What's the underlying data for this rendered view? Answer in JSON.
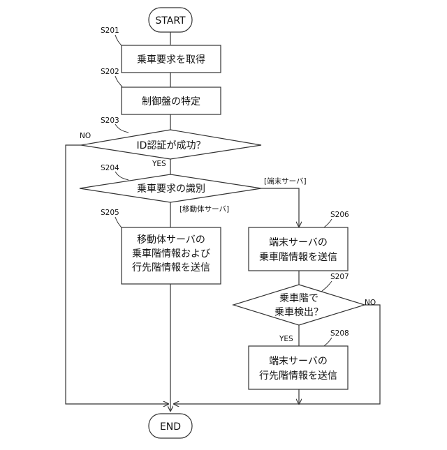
{
  "flowchart": {
    "start": "START",
    "end": "END",
    "steps": {
      "s201": {
        "id": "S201",
        "text": "乗車要求を取得"
      },
      "s202": {
        "id": "S202",
        "text": "制御盤の特定"
      },
      "s203": {
        "id": "S203",
        "text": "ID認証が成功？"
      },
      "s204": {
        "id": "S204",
        "text": "乗車要求の識別"
      },
      "s205": {
        "id": "S205",
        "lines": [
          "移動体サーバの",
          "乗車階情報および",
          "行先階情報を送信"
        ]
      },
      "s206": {
        "id": "S206",
        "lines": [
          "端末サーバの",
          "乗車階情報を送信"
        ]
      },
      "s207": {
        "id": "S207",
        "lines": [
          "乗車階で",
          "乗車検出？"
        ]
      },
      "s208": {
        "id": "S208",
        "lines": [
          "端末サーバの",
          "行先階情報を送信"
        ]
      }
    },
    "branch_labels": {
      "s203_no": "NO",
      "s203_yes": "YES",
      "s204_terminal": "[端末サーバ]",
      "s204_mobile": "[移動体サーバ]",
      "s207_no": "NO",
      "s207_yes": "YES"
    }
  }
}
